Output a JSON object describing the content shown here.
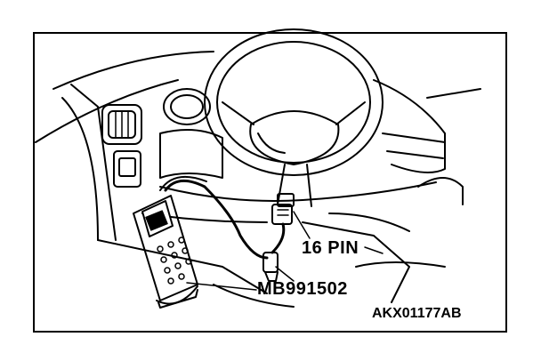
{
  "labels": {
    "connector": "16 PIN",
    "tool": "MB991502",
    "figure_code": "AKX01177AB"
  }
}
